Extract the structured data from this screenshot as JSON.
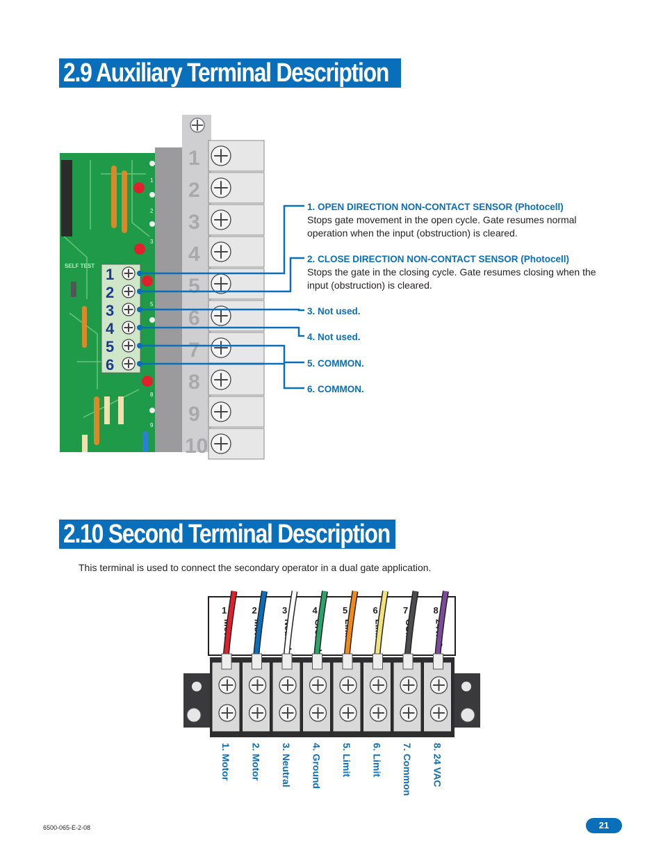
{
  "section1": {
    "title": "2.9 Auxiliary Terminal Description",
    "board_labels": [
      "1",
      "2",
      "3",
      "4",
      "5",
      "6"
    ],
    "side_numbers": [
      "1",
      "2",
      "3",
      "4",
      "5",
      "6",
      "7",
      "8",
      "9",
      "10"
    ],
    "self_test_label": "SELF TEST",
    "items": [
      {
        "head": "1. OPEN DIRECTION NON-CONTACT SENSOR (Photocell)",
        "body": "Stops gate movement in the open cycle. Gate resumes normal operation when the input (obstruction) is cleared."
      },
      {
        "head": "2. CLOSE DIRECTION NON-CONTACT SENSOR (Photocell)",
        "body": "Stops the gate in the closing cycle. Gate resumes closing when the input (obstruction) is cleared."
      },
      {
        "head": "3. Not used.",
        "body": ""
      },
      {
        "head": "4. Not used.",
        "body": ""
      },
      {
        "head": "5. COMMON.",
        "body": ""
      },
      {
        "head": "6. COMMON.",
        "body": ""
      }
    ]
  },
  "section2": {
    "title": "2.10 Second Terminal Description",
    "intro": "This terminal is used to connect the secondary operator in a dual gate application.",
    "top_numbers": [
      "1",
      "2",
      "3",
      "4",
      "5",
      "6",
      "7",
      "8"
    ],
    "top_labels": [
      "Motor",
      "Motor",
      "Neutral",
      "Ground",
      "Limit",
      "Limit",
      "COM",
      "24VAC"
    ],
    "bottom_labels": [
      "1. Motor",
      "2. Motor",
      "3. Neutral",
      "4. Ground",
      "5. Limit",
      "6. Limit",
      "7. Common",
      "8. 24 VAC"
    ],
    "wire_colors": [
      "#e0202d",
      "#0a6fba",
      "#ffffff",
      "#2ba36a",
      "#f08a1c",
      "#f2e27a",
      "#4d4d4f",
      "#7c4a9a"
    ]
  },
  "footer": {
    "doc_code": "6500-065-E-2-08",
    "page": "21"
  },
  "colors": {
    "accent": "#0a6fba",
    "pcb": "#1f9a48",
    "terminal": "#3a3a3c"
  }
}
